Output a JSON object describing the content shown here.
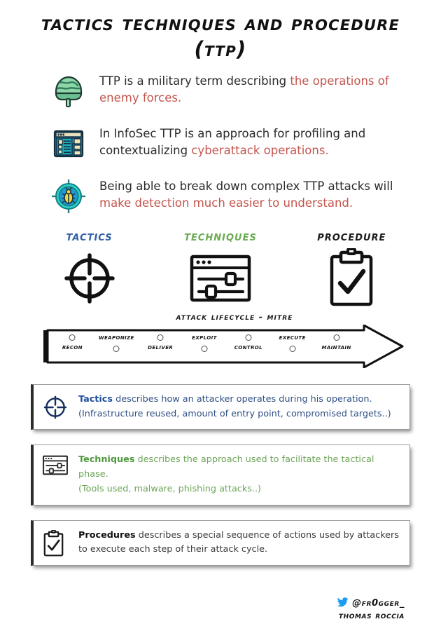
{
  "title": {
    "line1": "Tactics Techniques and Procedure",
    "line2": "(TTP)"
  },
  "bullets": [
    {
      "icon": "military-helmet-icon",
      "text_black": "TTP is a military term describing ",
      "text_red": "the operations of enemy forces."
    },
    {
      "icon": "profiling-window-icon",
      "text_black": "In InfoSec TTP is an approach for profiling and contextualizing ",
      "text_red": "cyberattack operations."
    },
    {
      "icon": "bug-target-icon",
      "text_black": "Being able to break down complex TTP attacks will ",
      "text_red": "make detection much easier to understand."
    }
  ],
  "columns": [
    {
      "title": "Tactics",
      "icon": "crosshair-icon",
      "color": "#2f5fa8"
    },
    {
      "title": "Techniques",
      "icon": "slider-window-icon",
      "color": "#6aab52"
    },
    {
      "title": "Procedure",
      "icon": "clipboard-check-icon",
      "color": "#1c1c1c"
    }
  ],
  "lifecycle": {
    "title": "Attack Lifecycle - Mitre",
    "stages": [
      {
        "label": "Recon",
        "position": "up"
      },
      {
        "label": "Weaponize",
        "position": "down"
      },
      {
        "label": "Deliver",
        "position": "up"
      },
      {
        "label": "Exploit",
        "position": "down"
      },
      {
        "label": "Control",
        "position": "up"
      },
      {
        "label": "Execute",
        "position": "down"
      },
      {
        "label": "Maintain",
        "position": "up"
      }
    ]
  },
  "descriptions": [
    {
      "icon": "crosshair-icon",
      "term": "Tactics",
      "line1": " describes how an attacker operates during his operation.",
      "line2": "(Infrastructure reused, amount of entry point, compromised targets..)",
      "color": "#2f4f84"
    },
    {
      "icon": "slider-window-icon",
      "term": "Techniques",
      "line1": " describes the approach used to facilitate the tactical phase.",
      "line2": "(Tools used, malware, phishing attacks..)",
      "color": "#6da558"
    },
    {
      "icon": "clipboard-check-icon",
      "term": "Procedures",
      "line1": " describes a special sequence of actions used by attackers",
      "line2": "to execute each step of their attack cycle.",
      "color": "#3a3a3a"
    }
  ],
  "footer": {
    "icon": "twitter-bird-icon",
    "handle": "@FR0GGER_",
    "name": "Thomas Roccia",
    "icon_color": "#1d9bf0"
  }
}
